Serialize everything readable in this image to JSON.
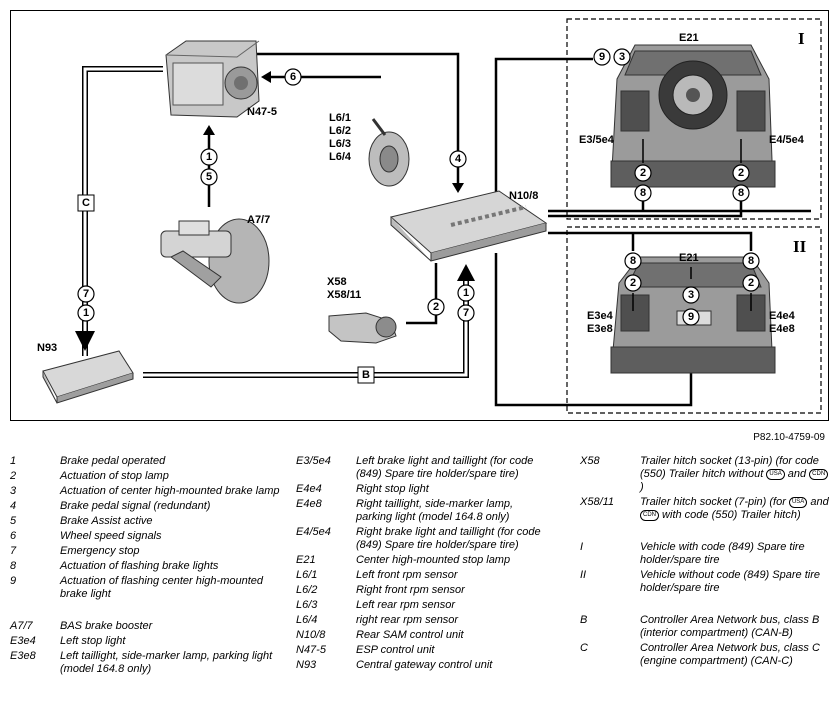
{
  "reference": "P82.10-4759-09",
  "diagram": {
    "labels": {
      "n47_5": "N47-5",
      "a7_7": "A7/7",
      "n93": "N93",
      "n10_8": "N10/8",
      "l6_1": "L6/1",
      "l6_2": "L6/2",
      "l6_3": "L6/3",
      "l6_4": "L6/4",
      "x58": "X58",
      "x58_11": "X58/11",
      "e21_top": "E21",
      "e21_bottom": "E21",
      "e3_5e4": "E3/5e4",
      "e4_5e4": "E4/5e4",
      "e3e4": "E3e4",
      "e3e8": "E3e8",
      "e4e4": "E4e4",
      "e4e8": "E4e8",
      "roman_1": "I",
      "roman_2": "II",
      "bus_c": "C",
      "bus_b": "B"
    },
    "signals": {
      "c7": "7",
      "c1_left": "1",
      "c1_mid": "1",
      "c5": "5",
      "c6": "6",
      "c4": "4",
      "c9_top": "9",
      "c3_top": "3",
      "c2_bl": "2",
      "c2_br": "2",
      "c8_l": "8",
      "c8_r": "8",
      "c2_trailer": "2",
      "c1_r": "1",
      "c7_r": "7",
      "c8_l2": "8",
      "c2_l2": "2",
      "c8_r2": "8",
      "c2_r2": "2",
      "c3_mid": "3",
      "c9_mid": "9"
    }
  },
  "legend": {
    "col1": [
      {
        "code": "1",
        "desc": "Brake pedal operated"
      },
      {
        "code": "2",
        "desc": "Actuation of stop lamp"
      },
      {
        "code": "3",
        "desc": "Actuation of center high-mounted brake lamp"
      },
      {
        "code": "4",
        "desc": "Brake pedal signal (redundant)"
      },
      {
        "code": "5",
        "desc": "Brake Assist active"
      },
      {
        "code": "6",
        "desc": "Wheel speed signals"
      },
      {
        "code": "7",
        "desc": "Emergency stop"
      },
      {
        "code": "8",
        "desc": "Actuation of flashing brake lights"
      },
      {
        "code": "9",
        "desc": "Actuation of flashing center high-mounted brake light"
      }
    ],
    "col1b": [
      {
        "code": "A7/7",
        "desc": "BAS brake booster"
      },
      {
        "code": "E3e4",
        "desc": "Left stop light"
      },
      {
        "code": "E3e8",
        "desc": "Left taillight, side-marker lamp, parking light (model 164.8 only)"
      }
    ],
    "col2": [
      {
        "code": "E3/5e4",
        "desc": "Left brake light and taillight (for code (849) Spare tire holder/spare tire)"
      },
      {
        "code": "E4e4",
        "desc": "Right stop light"
      },
      {
        "code": "E4e8",
        "desc": "Right taillight, side-marker lamp, parking light (model 164.8 only)"
      },
      {
        "code": "E4/5e4",
        "desc": "Right brake light and taillight (for code (849) Spare tire holder/spare tire)"
      },
      {
        "code": "E21",
        "desc": "Center high-mounted stop lamp"
      },
      {
        "code": "L6/1",
        "desc": "Left front rpm sensor"
      },
      {
        "code": "L6/2",
        "desc": "Right front rpm sensor"
      },
      {
        "code": "L6/3",
        "desc": "Left rear rpm sensor"
      },
      {
        "code": "L6/4",
        "desc": "right rear rpm sensor"
      },
      {
        "code": "N10/8",
        "desc": "Rear SAM control unit"
      },
      {
        "code": "N47-5",
        "desc": "ESP control unit"
      },
      {
        "code": "N93",
        "desc": "Central gateway control unit"
      }
    ],
    "col3": [
      {
        "code": "X58",
        "desc_a": "Trailer hitch socket (13-pin) (for code (550) Trailer hitch without ",
        "badge1": "USA",
        "desc_b": " and ",
        "badge2": "CDN",
        "desc_c": ")"
      },
      {
        "code": "X58/11",
        "desc_a": "Trailer hitch socket (7-pin) (for ",
        "badge1": "USA",
        "desc_b": " and ",
        "badge2": "CDN",
        "desc_c": " with code (550) Trailer hitch)"
      }
    ],
    "col3b": [
      {
        "code": "I",
        "desc": "Vehicle with code (849) Spare tire holder/spare tire"
      },
      {
        "code": "II",
        "desc": "Vehicle without code (849) Spare tire holder/spare tire"
      }
    ],
    "col3c": [
      {
        "code": "B",
        "desc": "Controller Area Network bus, class B (interior compartment) (CAN-B)"
      },
      {
        "code": "C",
        "desc": "Controller Area Network bus, class C (engine compartment) (CAN-C)"
      }
    ]
  }
}
